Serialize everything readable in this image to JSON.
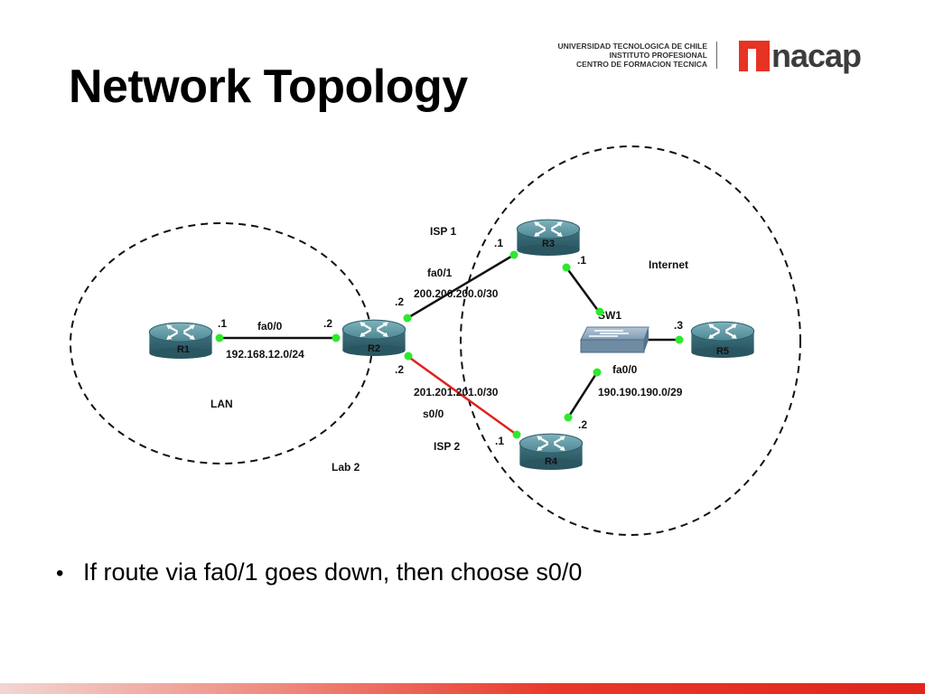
{
  "slide": {
    "title": "Network Topology",
    "institution_lines": [
      "UNIVERSIDAD TECNOLOGICA DE CHILE",
      "INSTITUTO PROFESIONAL",
      "CENTRO DE FORMACION TECNICA"
    ],
    "logo_text": "nacap",
    "bullet": "If route via fa0/1 goes down, then choose s0/0",
    "colors": {
      "brand_red": "#e63323",
      "serial_link": "#e02020",
      "port_dot": "#2ee82e",
      "router_body": "#4a7f8a"
    }
  },
  "diagram": {
    "regions": {
      "lan": "LAN",
      "lab": "Lab 2",
      "internet": "Internet"
    },
    "nodes": {
      "r1": "R1",
      "r2": "R2",
      "r3": "R3",
      "r4": "R4",
      "r5": "R5",
      "sw1": "SW1"
    },
    "labels": {
      "r1_port": ".1",
      "r1_r2_if": "fa0/0",
      "r2_left_port": ".2",
      "lan_net": "192.168.12.0/24",
      "isp1": "ISP 1",
      "r3_left_port": ".1",
      "r2_fa01": "fa0/1",
      "r2_top_port": ".2",
      "isp1_net": "200.200.200.0/30",
      "r2_bottom_port": ".2",
      "isp2_net": "201.201.201.0/30",
      "r2_s00": "s0/0",
      "isp2": "ISP 2",
      "r4_left_port": ".1",
      "r3_bottom_port": ".1",
      "r5_port": ".3",
      "sw_if": "fa0/0",
      "internet_net": "190.190.190.0/29",
      "r4_top_port": ".2"
    }
  }
}
